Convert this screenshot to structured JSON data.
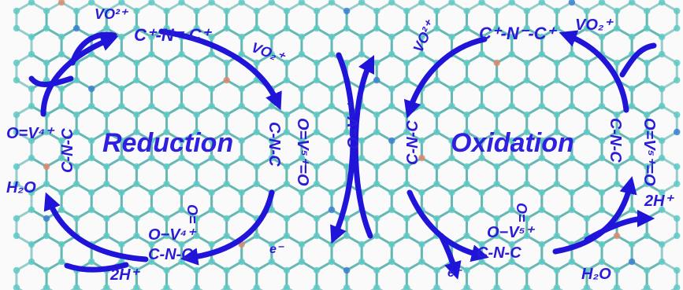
{
  "diagram": {
    "colors": {
      "arrow": "#1f14d8",
      "text": "#2b1bd6",
      "carbon": "#5fc9c4",
      "bond": "#3fa8a3",
      "nitrogen": "#3a7fd0",
      "oxygen_site": "#d98a70"
    },
    "left_cycle": {
      "title": "Reduction",
      "top_group": "C⁺-N⁻-C⁺",
      "top_species": "VO²⁺",
      "incoming_species": "VO₂⁺",
      "left_group_a": "O=V⁴⁺",
      "left_group_b": "C-N-C",
      "right_group_a": "C-N-C",
      "right_group_b": "O=V⁵⁺=O",
      "bottom_group_a": "O=",
      "bottom_group_b": "O−V⁴⁺",
      "bottom_group_c": "C-N-C",
      "water": "H₂O",
      "protons": "2H⁺",
      "electron": "e⁻"
    },
    "right_cycle": {
      "title": "Oxidation",
      "top_group": "C⁺-N⁻-C⁺",
      "top_species": "VO₂⁺",
      "incoming_species": "VO²⁺",
      "left_group_a": "O=V⁴⁺",
      "left_group_b": "C-N-C",
      "right_group_a": "C-N-C",
      "right_group_b": "O=V⁵⁺=O",
      "bottom_group_a": "O=",
      "bottom_group_b": "O−V⁵⁺",
      "bottom_group_c": "C-N-C",
      "water": "H₂O",
      "protons": "2H⁺",
      "electron": "e⁻"
    }
  }
}
